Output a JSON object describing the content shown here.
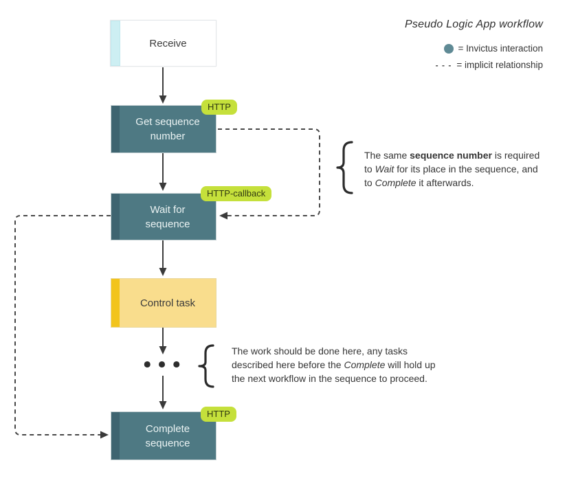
{
  "title": "Pseudo Logic App workflow",
  "legend": {
    "invictus": {
      "text": "= Invictus interaction",
      "symbol": "teal-circle"
    },
    "implicit": {
      "dashes": "- - -",
      "text": "= implicit relationship",
      "symbol": "dashed-line"
    }
  },
  "nodes": {
    "receive": {
      "lines": [
        "Receive"
      ]
    },
    "get": {
      "lines": [
        "Get sequence",
        "number"
      ],
      "badge": "HTTP"
    },
    "wait": {
      "lines": [
        "Wait for",
        "sequence"
      ],
      "badge": "HTTP-callback"
    },
    "control": {
      "lines": [
        "Control task"
      ]
    },
    "complete": {
      "lines": [
        "Complete",
        "sequence"
      ],
      "badge": "HTTP"
    }
  },
  "ellipsis": "•••",
  "annotations": {
    "sequence_number": {
      "lines": [
        [
          {
            "t": "The same "
          },
          {
            "t": "sequence number",
            "b": true
          },
          {
            "t": " is required"
          }
        ],
        [
          {
            "t": "to "
          },
          {
            "t": "Wait",
            "i": true
          },
          {
            "t": " for its place in the sequence, and"
          }
        ],
        [
          {
            "t": "to "
          },
          {
            "t": "Complete",
            "i": true
          },
          {
            "t": " it afterwards."
          }
        ]
      ]
    },
    "work": {
      "lines": [
        [
          {
            "t": "The work should be done here, any tasks"
          }
        ],
        [
          {
            "t": "described here before the "
          },
          {
            "t": "Complete",
            "i": true
          },
          {
            "t": " will hold up"
          }
        ],
        [
          {
            "t": "the next workflow in the sequence to proceed."
          }
        ]
      ]
    }
  },
  "colors": {
    "teal_node": "#4e7983",
    "teal_node_strip": "#3e6470",
    "receive_strip": "#cdeff3",
    "control_node": "#f9dd8d",
    "control_strip": "#f2c41c",
    "badge_green": "#c5e03b",
    "legend_circle_teal": "#5f8a95",
    "connector_dark": "#3d3d3d"
  }
}
